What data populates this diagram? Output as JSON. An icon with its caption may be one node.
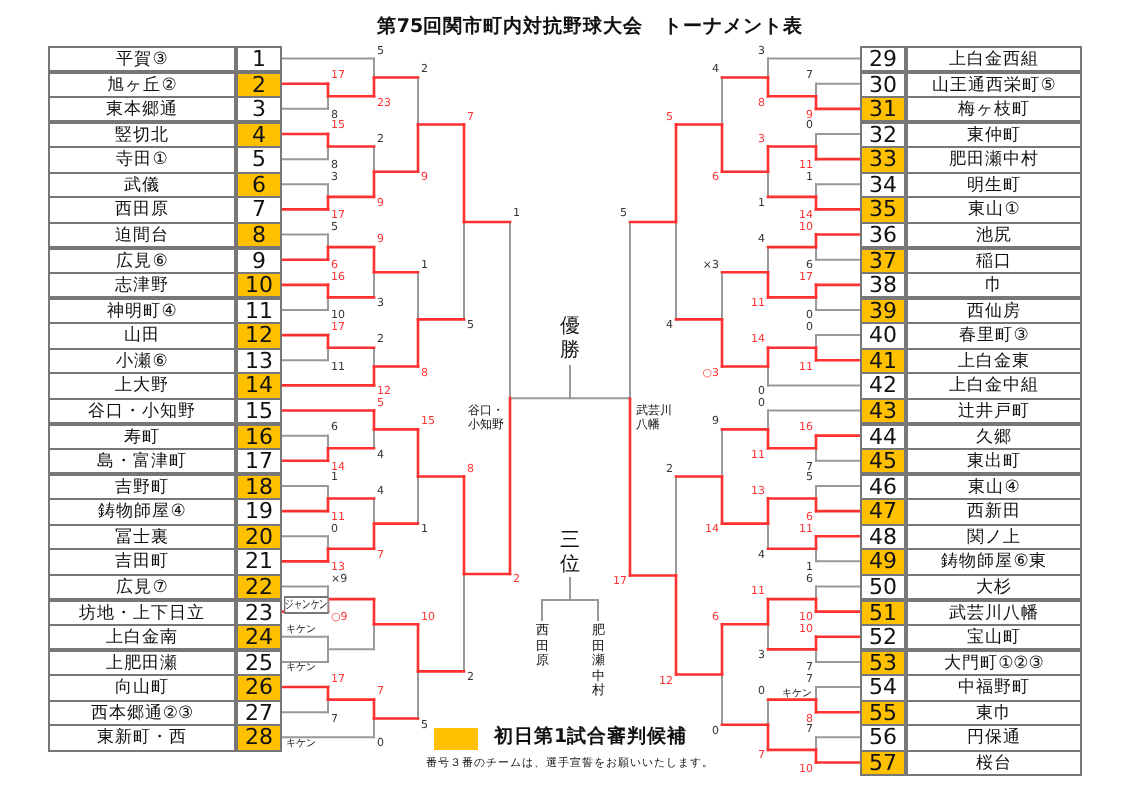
{
  "diagram": {
    "title": "第75回関市町内対抗野球大会　トーナメント表",
    "labels": [
      "平賀③",
      "1",
      "旭ヶ丘②",
      "2",
      "東本郷通",
      "3",
      "竪切北",
      "4",
      "寺田①",
      "5",
      "武儀",
      "6",
      "西田原",
      "7",
      "迫間台",
      "8",
      "広見⑥",
      "9",
      "志津野",
      "10",
      "神明町④",
      "11",
      "山田",
      "12",
      "小瀬⑥",
      "13",
      "上大野",
      "14",
      "谷口・小知野",
      "15",
      "寿町",
      "16",
      "島・富津町",
      "17",
      "吉野町",
      "18",
      "鋳物師屋④",
      "19",
      "冨士裏",
      "20",
      "吉田町",
      "21",
      "広見⑦",
      "22",
      "坊地・上下日立",
      "23",
      "上白金南",
      "24",
      "上肥田瀬",
      "25",
      "向山町",
      "26",
      "西本郷通②③",
      "27",
      "東新町・西",
      "28",
      "29",
      "上白金西組",
      "30",
      "山王通西栄町⑤",
      "31",
      "梅ヶ枝町",
      "32",
      "東仲町",
      "33",
      "肥田瀬中村",
      "34",
      "明生町",
      "35",
      "東山①",
      "36",
      "池尻",
      "37",
      "稲口",
      "38",
      "巾",
      "39",
      "西仙房",
      "40",
      "春里町③",
      "41",
      "上白金東",
      "42",
      "上白金中組",
      "43",
      "辻井戸町",
      "44",
      "久郷",
      "45",
      "東出町",
      "46",
      "東山④",
      "47",
      "西新田",
      "48",
      "関ノ上",
      "49",
      "鋳物師屋⑥東",
      "50",
      "大杉",
      "51",
      "武芸川八幡",
      "52",
      "宝山町",
      "53",
      "大門町①②③",
      "54",
      "中福野町",
      "55",
      "東巾",
      "56",
      "円保通",
      "57",
      "桜台",
      "優勝",
      "三位",
      "西田原",
      "肥田瀬中村",
      "谷口・小知野",
      "武芸川八幡",
      "番号３番のチームは、選手宣誓をお願いいたします。",
      "ジャンケン",
      "キケン",
      "キケン",
      "キケン",
      "キケン",
      "17",
      "8",
      "5",
      "23",
      "15",
      "8",
      "3",
      "17",
      "2",
      "9",
      "2",
      "9",
      "5",
      "6",
      "16",
      "10",
      "9",
      "3",
      "17",
      "11",
      "2",
      "12",
      "1",
      "8",
      "7",
      "5",
      "6",
      "14",
      "5",
      "4",
      "1",
      "11",
      "0",
      "13",
      "4",
      "7",
      "15",
      "1",
      "×9",
      "○9",
      "17",
      "7",
      "7",
      "0",
      "10",
      "5",
      "8",
      "2",
      "1",
      "2",
      "7",
      "9",
      "3",
      "8",
      "0",
      "11",
      "1",
      "14",
      "3",
      "1",
      "4",
      "6",
      "10",
      "6",
      "17",
      "0",
      "4",
      "11",
      "0",
      "11",
      "14",
      "0",
      "×3",
      "○3",
      "5",
      "4",
      "16",
      "7",
      "0",
      "11",
      "5",
      "6",
      "11",
      "1",
      "13",
      "4",
      "9",
      "14",
      "6",
      "10",
      "10",
      "7",
      "11",
      "3",
      "7",
      "8",
      "7",
      "10",
      "0",
      "7",
      "6",
      "0",
      "2",
      "12",
      "5",
      "17"
    ],
    "legend": [
      {
        "text": "初日第1試合審判候補",
        "color": "#ffc000"
      }
    ]
  }
}
